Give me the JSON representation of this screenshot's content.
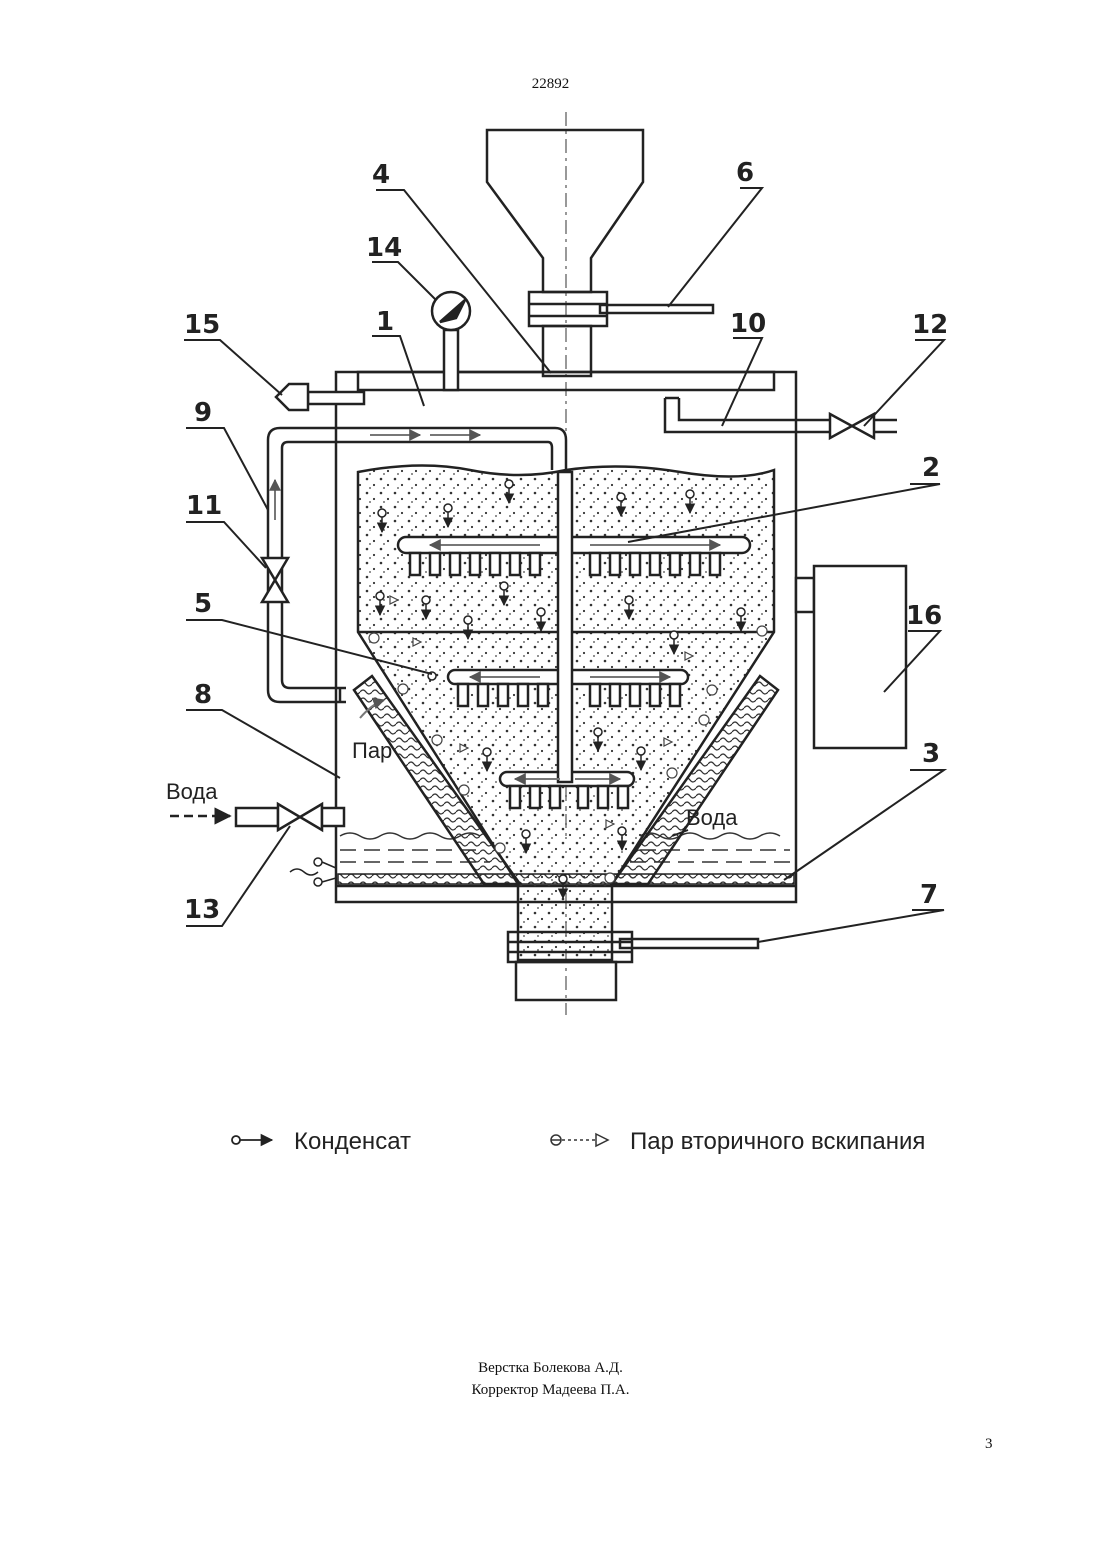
{
  "header": {
    "doc_number": "22892"
  },
  "diagram": {
    "callouts": [
      "1",
      "2",
      "3",
      "4",
      "5",
      "6",
      "7",
      "8",
      "9",
      "10",
      "11",
      "12",
      "13",
      "14",
      "15",
      "16"
    ],
    "annotations": {
      "steam": "Пар",
      "water_in": "Вода",
      "water_bath": "Вода"
    }
  },
  "legend": {
    "condensate": "Конденсат",
    "flash_steam": "Пар вторичного вскипания"
  },
  "credits": {
    "layout": "Верстка Болекова А.Д.",
    "proofreader": "Корректор Мадеева П.А."
  },
  "footer": {
    "page_number": "3"
  }
}
